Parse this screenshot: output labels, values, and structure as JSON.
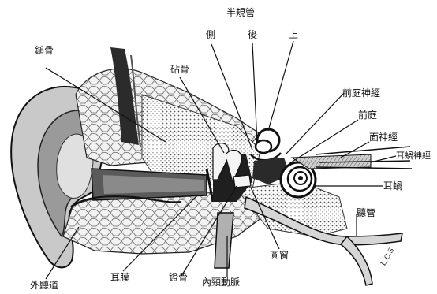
{
  "labels": {
    "semicircular_canals": "半規管",
    "lateral": "側",
    "posterior": "後",
    "superior": "上",
    "malleus": "鎚骨",
    "incus": "砧骨",
    "vestibular_nerve": "前庭神經",
    "vestibule": "前庭",
    "facial_nerve": "面神經",
    "cochlear_nerve": "耳蝸神經",
    "cochlea": "耳蝸",
    "eustachian_tube": "聽管",
    "round_window": "圓窗",
    "internal_carotid_artery": "內頸動脈",
    "stapes": "鐙骨",
    "eardrum": "耳膜",
    "external_auditory_canal": "外聽道"
  },
  "signature": "L.C.S",
  "colors": {
    "ink": "#111111",
    "tissue": "#bdbdbd",
    "dark": "#3a3a3a",
    "cells": "#e6e6e6"
  }
}
